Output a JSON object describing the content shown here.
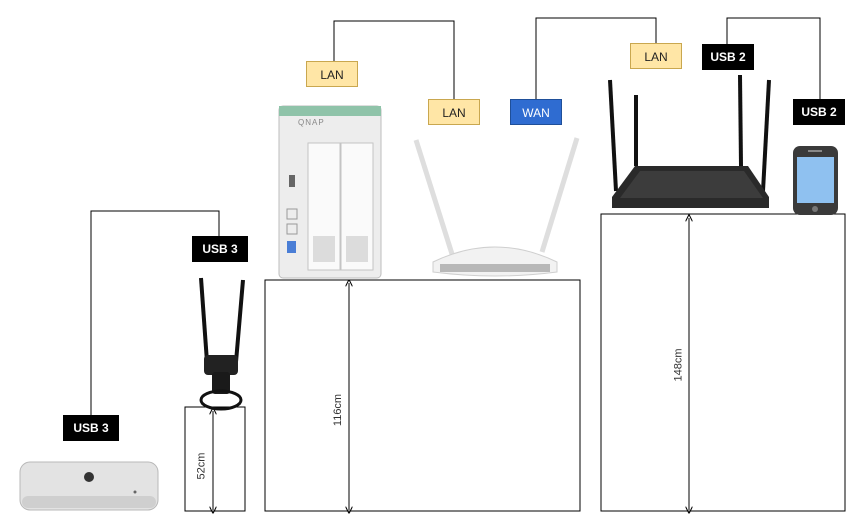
{
  "tags": {
    "usb3_top": "USB 3",
    "usb3_bottom": "USB 3",
    "lan_nas": "LAN",
    "lan_router": "LAN",
    "wan": "WAN",
    "lan_asus": "LAN",
    "usb2_top": "USB 2",
    "usb2_right": "USB 2"
  },
  "heights": {
    "adapter_shelf": "52cm",
    "nas_shelf": "116cm",
    "router_shelf": "148cm"
  },
  "devices": {
    "nas_logo": "QNAP"
  },
  "colors": {
    "usb": "#000000",
    "lan": "#ffe6a6",
    "wan": "#2f6cd1"
  }
}
